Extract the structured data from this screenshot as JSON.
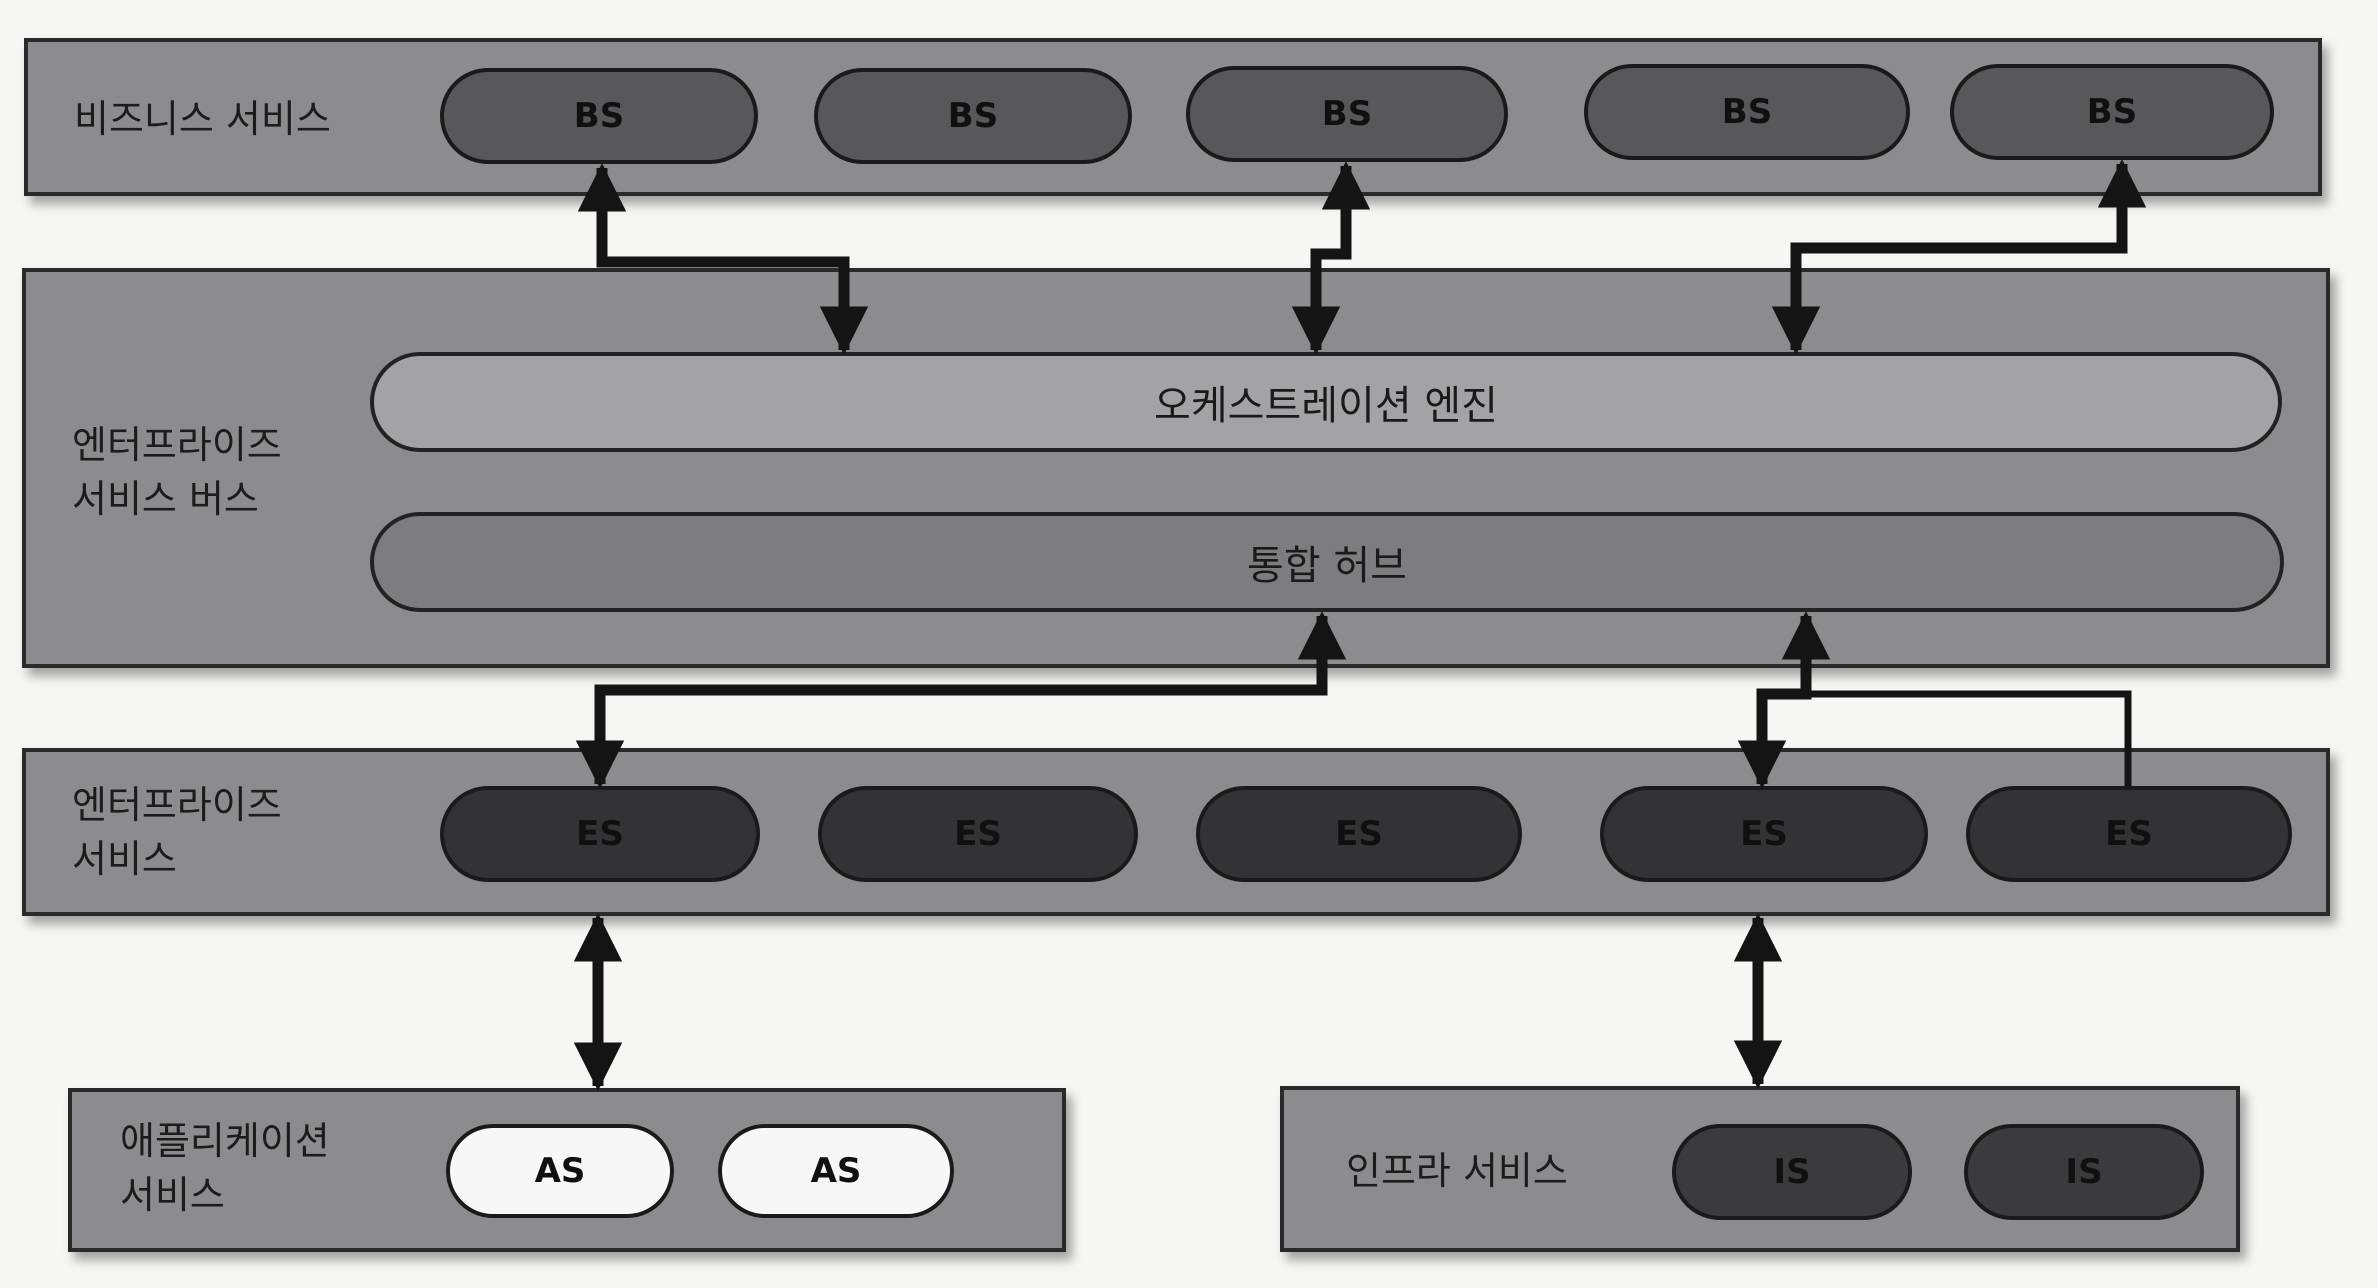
{
  "business_layer": {
    "label": "비즈니스 서비스",
    "services": [
      "BS",
      "BS",
      "BS",
      "BS",
      "BS"
    ]
  },
  "esb_layer": {
    "label": "엔터프라이즈\n서비스 버스",
    "orchestration_engine": "오케스트레이션 엔진",
    "integration_hub": "통합 허브"
  },
  "enterprise_layer": {
    "label": "엔터프라이즈\n서비스",
    "services": [
      "ES",
      "ES",
      "ES",
      "ES",
      "ES"
    ]
  },
  "application_layer": {
    "label": "애플리케이션\n서비스",
    "services": [
      "AS",
      "AS"
    ]
  },
  "infra_layer": {
    "label": "인프라 서비스",
    "services": [
      "IS",
      "IS"
    ]
  },
  "colors": {
    "layer_fill": "#8c8c8e",
    "bs_fill": "#58585a",
    "es_fill": "#333335",
    "as_fill": "#f7f7f7",
    "is_fill": "#3b3b3d",
    "connector": "#141414"
  }
}
